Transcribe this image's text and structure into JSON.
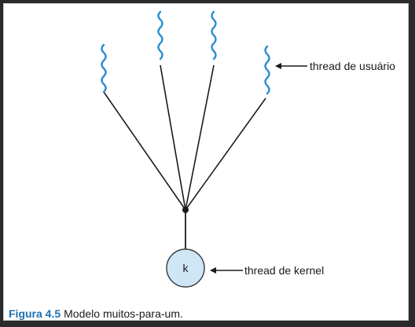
{
  "diagram": {
    "user_thread_label": "thread de usuário",
    "kernel_thread_label": "thread de kernel",
    "kernel_node_letter": "k",
    "colors": {
      "thread_wave": "#2a8fd0",
      "kernel_fill": "#cfe6f7",
      "kernel_stroke": "#3a3a3a",
      "line": "#1a1a1a"
    }
  },
  "caption": {
    "figure_number": "Figura 4.5",
    "text": "Modelo muitos-para-um."
  }
}
